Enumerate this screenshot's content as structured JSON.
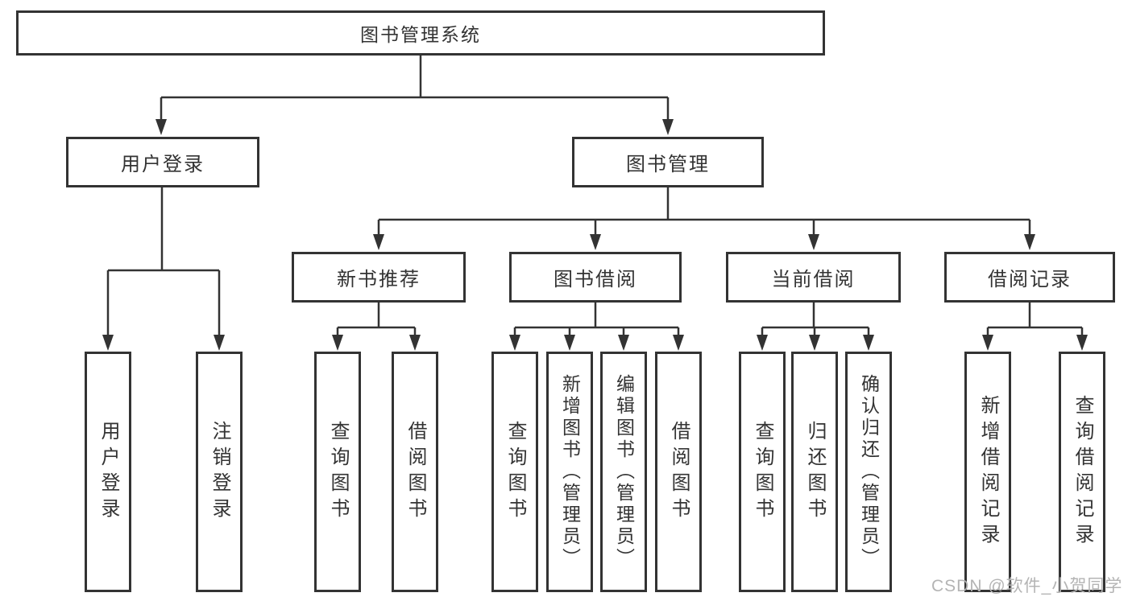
{
  "diagram": {
    "title": "图书管理系统",
    "branches": [
      {
        "label": "用户登录",
        "children": [
          {
            "label": "用户登录"
          },
          {
            "label": "注销登录"
          }
        ]
      },
      {
        "label": "图书管理",
        "children": [
          {
            "label": "新书推荐",
            "children": [
              {
                "label": "查询图书"
              },
              {
                "label": "借阅图书"
              }
            ]
          },
          {
            "label": "图书借阅",
            "children": [
              {
                "label": "查询图书"
              },
              {
                "label": "新增图书（管理员）"
              },
              {
                "label": "编辑图书（管理员）"
              },
              {
                "label": "借阅图书"
              }
            ]
          },
          {
            "label": "当前借阅",
            "children": [
              {
                "label": "查询图书"
              },
              {
                "label": "归还图书"
              },
              {
                "label": "确认归还（管理员）"
              }
            ]
          },
          {
            "label": "借阅记录",
            "children": [
              {
                "label": "新增借阅记录"
              },
              {
                "label": "查询借阅记录"
              }
            ]
          }
        ]
      }
    ]
  },
  "colors": {
    "line": "#333333",
    "text": "#333333",
    "watermark": "#b4b4b4",
    "background": "#ffffff"
  },
  "watermark": "CSDN @软件_小贺同学"
}
